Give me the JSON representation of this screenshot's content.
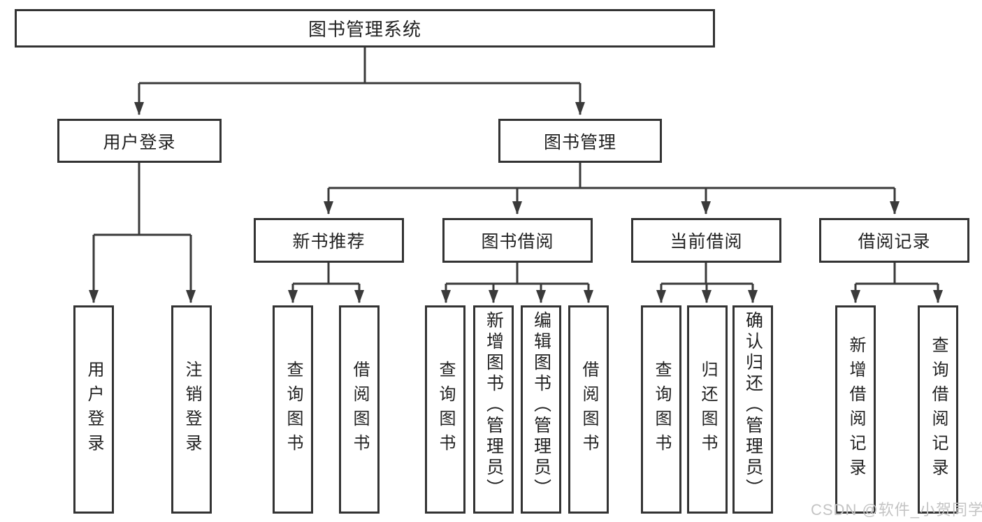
{
  "diagram_type": "hierarchy-tree",
  "colors": {
    "background": "#ffffff",
    "line": "#3a3a3a",
    "box_border": "#333333",
    "text": "#212121",
    "watermark": "#c4c4c4"
  },
  "tree": {
    "root": {
      "label": "图书管理系统",
      "children": [
        {
          "label": "用户登录",
          "children": [
            {
              "label": "用户登录"
            },
            {
              "label": "注销登录"
            }
          ]
        },
        {
          "label": "图书管理",
          "children": [
            {
              "label": "新书推荐",
              "children": [
                {
                  "label": "查询图书"
                },
                {
                  "label": "借阅图书"
                }
              ]
            },
            {
              "label": "图书借阅",
              "children": [
                {
                  "label": "查询图书"
                },
                {
                  "label": "新增图书（管理员）"
                },
                {
                  "label": "编辑图书（管理员）"
                },
                {
                  "label": "借阅图书"
                }
              ]
            },
            {
              "label": "当前借阅",
              "children": [
                {
                  "label": "查询图书"
                },
                {
                  "label": "归还图书"
                },
                {
                  "label": "确认归还（管理员）"
                }
              ]
            },
            {
              "label": "借阅记录",
              "children": [
                {
                  "label": "新增借阅记录"
                },
                {
                  "label": "查询借阅记录"
                }
              ]
            }
          ]
        }
      ]
    }
  },
  "watermark": {
    "text": "CSDN @软件_小贺同学"
  }
}
